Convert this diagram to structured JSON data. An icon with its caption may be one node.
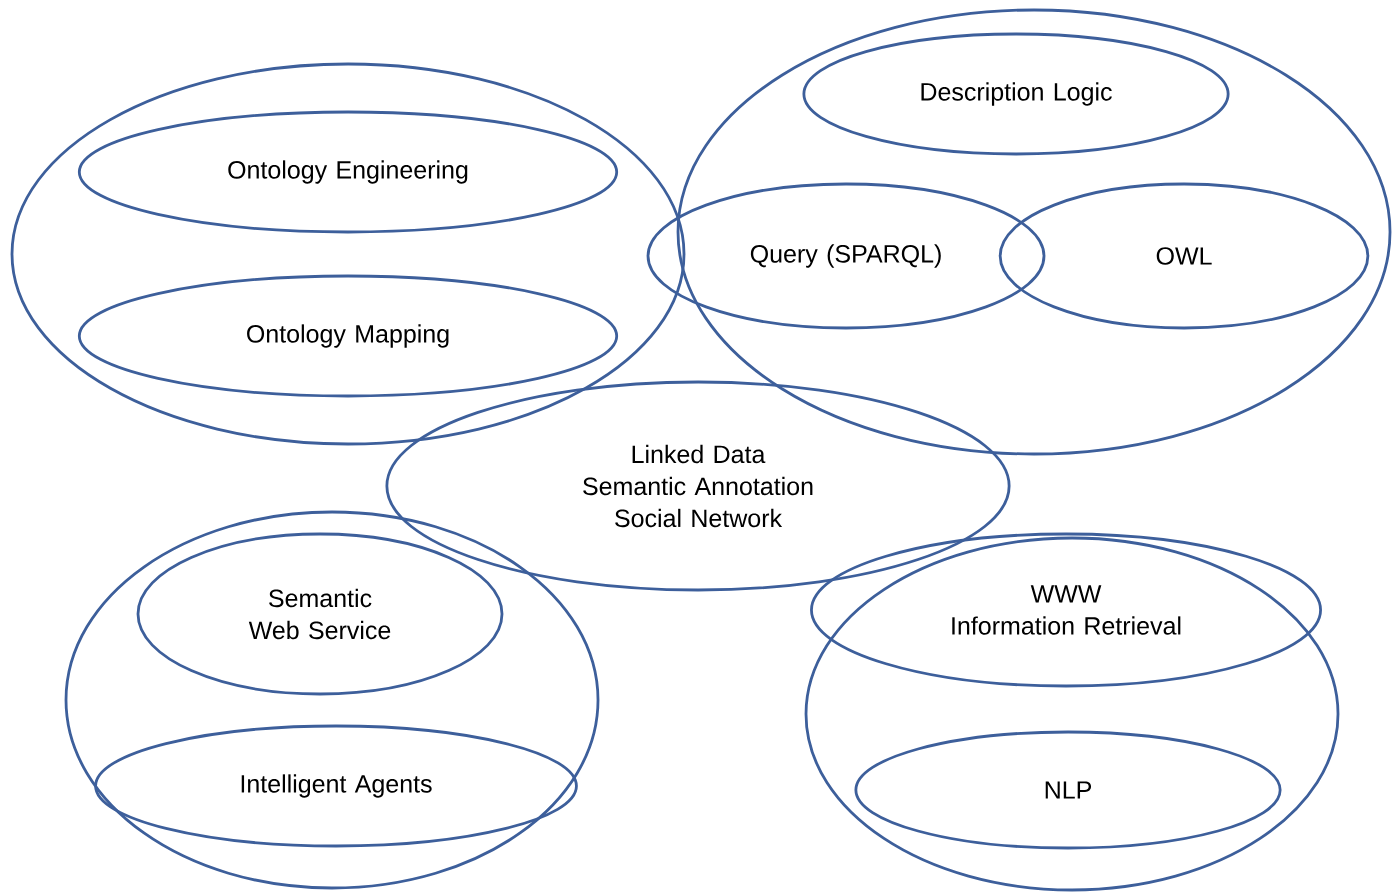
{
  "diagram": {
    "nodes": [
      {
        "text": [],
        "shape": "ellipse"
      },
      {
        "text": [
          "Ontology Engineering"
        ],
        "in": 0
      },
      {
        "text": [
          "Ontology Mapping"
        ],
        "in": 0
      },
      {
        "text": [],
        "shape": "ellipse"
      },
      {
        "text": [
          "Description Logic"
        ],
        "in": 3
      },
      {
        "text": [
          "Query (SPARQL)"
        ],
        "in": 3
      },
      {
        "text": [
          "OWL"
        ],
        "in": 3
      },
      {
        "text": [
          "Linked Data",
          "Semantic Annotation",
          "Social Network"
        ]
      },
      {
        "text": [],
        "shape": "ellipse"
      },
      {
        "text": [
          "Semantic Web Service"
        ],
        "in": 8
      },
      {
        "text": [
          "Intelligent Agents"
        ],
        "in": 8
      },
      {
        "text": [],
        "shape": "ellipse"
      },
      {
        "text": [
          "WWW",
          "Information Retrieval"
        ],
        "in": 11
      },
      {
        "text": [
          "NLP"
        ],
        "in": 11
      }
    ]
  }
}
